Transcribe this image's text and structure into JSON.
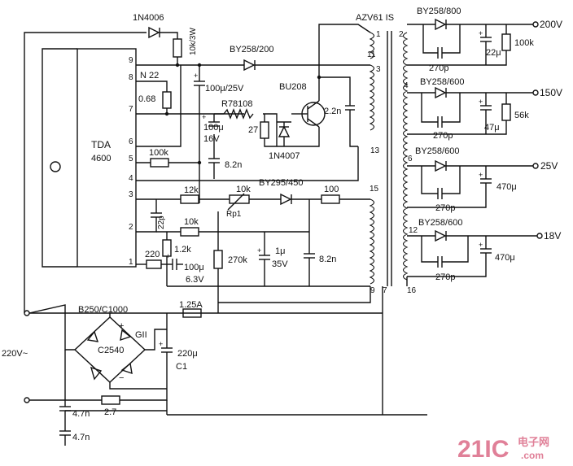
{
  "ic": {
    "name_line1": "TDA",
    "name_line2": "4600"
  },
  "pins": [
    "9",
    "8",
    "7",
    "6",
    "5",
    "4",
    "3",
    "2",
    "1"
  ],
  "components": {
    "d_1n4006": "1N4006",
    "r_10k3w": "10k/3W",
    "d_by258_200": "BY258/200",
    "n22": "N 22",
    "r_068": "0.68",
    "c_100u25v": "100μ/25V",
    "t_bu208": "BU208",
    "r78108": "R78108",
    "c_100u": "100μ",
    "v_16v": "16V",
    "r_27": "27",
    "c_22n": "2.2n",
    "r_100k": "100k",
    "c_82n_a": "8.2n",
    "d_1n4007": "1N4007",
    "r_12k": "12k",
    "p_10k": "10k",
    "rp": "Rp1",
    "d_by295": "BY295/450",
    "r_100": "100",
    "c_22p": "22p",
    "r_10k": "10k",
    "r_12k_b": "1.2k",
    "r_220": "220",
    "r_270k": "270k",
    "c_1u": "1μ",
    "v_35v": "35V",
    "c_82n_b": "8.2n",
    "c_100u_b": "100μ",
    "v_63v": "6.3V",
    "bridge": "B250/C1000",
    "fuse": "1.25A",
    "c2540": "C2540",
    "gii": "GII",
    "c_220u": "220μ",
    "c1": "C1",
    "r_27b": "2.7",
    "c_47n_a": "4.7n",
    "c_47n_b": "4.7n",
    "mains": "220V~"
  },
  "transformer": {
    "name": "AZV61 IS",
    "pins": [
      "1",
      "2",
      "11",
      "3",
      "4",
      "13",
      "6",
      "15",
      "12",
      "9",
      "7",
      "16"
    ]
  },
  "outputs": [
    {
      "diode": "BY258/800",
      "snubber": "270p",
      "cap": "22μ",
      "res": "100k",
      "voltage": "200V"
    },
    {
      "diode": "BY258/600",
      "snubber": "270p",
      "cap": "47μ",
      "res": "56k",
      "voltage": "150V"
    },
    {
      "diode": "BY258/600",
      "snubber": "270p",
      "cap": "470μ",
      "res": "",
      "voltage": "25V"
    },
    {
      "diode": "BY258/600",
      "snubber": "270p",
      "cap": "470μ",
      "res": "",
      "voltage": "18V"
    }
  ],
  "watermark": {
    "brand": "21IC",
    "site": "电子网",
    "url": ".com"
  }
}
